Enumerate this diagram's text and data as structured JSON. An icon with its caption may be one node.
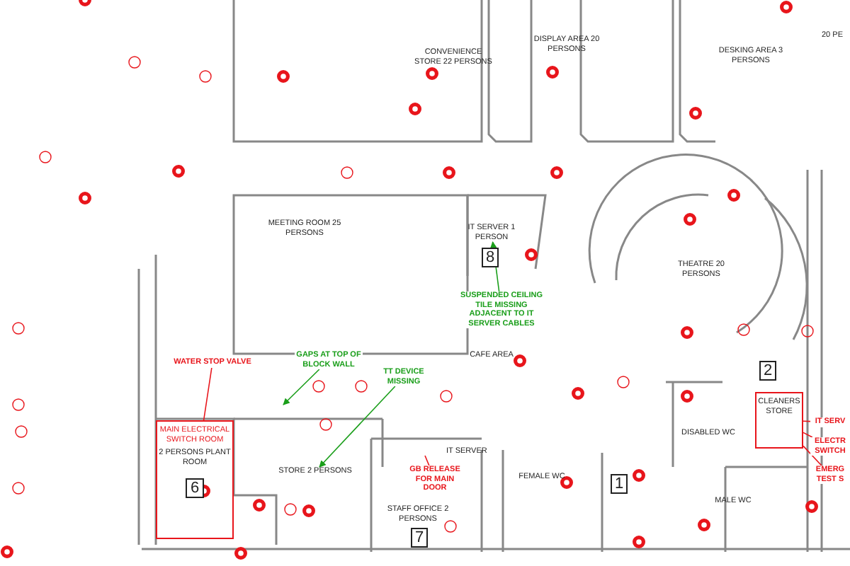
{
  "diagram": {
    "nodes": [
      {
        "text": [
          "CONVENIENCE STORE 22 PERSONS"
        ]
      },
      {
        "text": [
          "DISPLAY AREA 20 PERSONS"
        ]
      },
      {
        "text": [
          "DESKING AREA 3 PERSONS"
        ]
      },
      {
        "text": [
          "MEETING ROOM 25 PERSONS"
        ]
      },
      {
        "text": [
          "IT SERVER 1 PERSON"
        ],
        "beside": [
          "8"
        ]
      },
      {
        "text": [
          "THEATRE 20 PERSONS"
        ]
      },
      {
        "text": [
          "CAFE AREA"
        ]
      },
      {
        "text": [
          "MAIN ELECTRICAL SWITCH ROOM",
          "2 PERSONS PLANT ROOM",
          "6"
        ]
      },
      {
        "text": [
          "STORE 2 PERSONS"
        ]
      },
      {
        "text": [
          "STAFF OFFICE 2 PERSONS"
        ],
        "beside": [
          "7"
        ]
      },
      {
        "text": [
          "FEMALE WC"
        ]
      },
      {
        "text": [
          "DISABLED WC"
        ]
      },
      {
        "text": [
          "CLEANERS STORE"
        ]
      },
      {
        "text": [
          "MALE WC"
        ]
      },
      {
        "text": [
          "WATER STOP VALVE"
        ]
      },
      {
        "text": [
          "GAPS AT TOP OF BLOCK WALL"
        ]
      },
      {
        "text": [
          "TT DEVICE MISSING"
        ]
      },
      {
        "text": [
          "SUSPENDED CEILING TILE MISSING ADJACENT TO IT SERVER CABLES"
        ]
      },
      {
        "text": [
          "GB RELEASE FOR MAIN DOOR"
        ]
      },
      {
        "text": [
          "IT SERV"
        ]
      },
      {
        "text": [
          "ELECTR SWITCH"
        ]
      },
      {
        "text": [
          "EMERG TEST S"
        ]
      }
    ],
    "edges": [
      {
        "from": 14,
        "to": 7,
        "arrow": "none"
      },
      {
        "from": 15,
        "to": null,
        "arrow": "to",
        "color": "#1a9e1a"
      },
      {
        "from": 16,
        "to": 8,
        "arrow": "to",
        "color": "#1a9e1a"
      },
      {
        "from": 17,
        "to": 4,
        "arrow": "to",
        "color": "#1a9e1a"
      },
      {
        "from": 18,
        "to": null,
        "arrow": "none"
      },
      {
        "from": 19,
        "to": 12,
        "arrow": "none"
      },
      {
        "from": 20,
        "to": 12,
        "arrow": "none"
      },
      {
        "from": 21,
        "to": 12,
        "arrow": "none"
      }
    ],
    "labels": [
      "20 PE",
      "IT SERVER",
      "1",
      "2"
    ]
  }
}
